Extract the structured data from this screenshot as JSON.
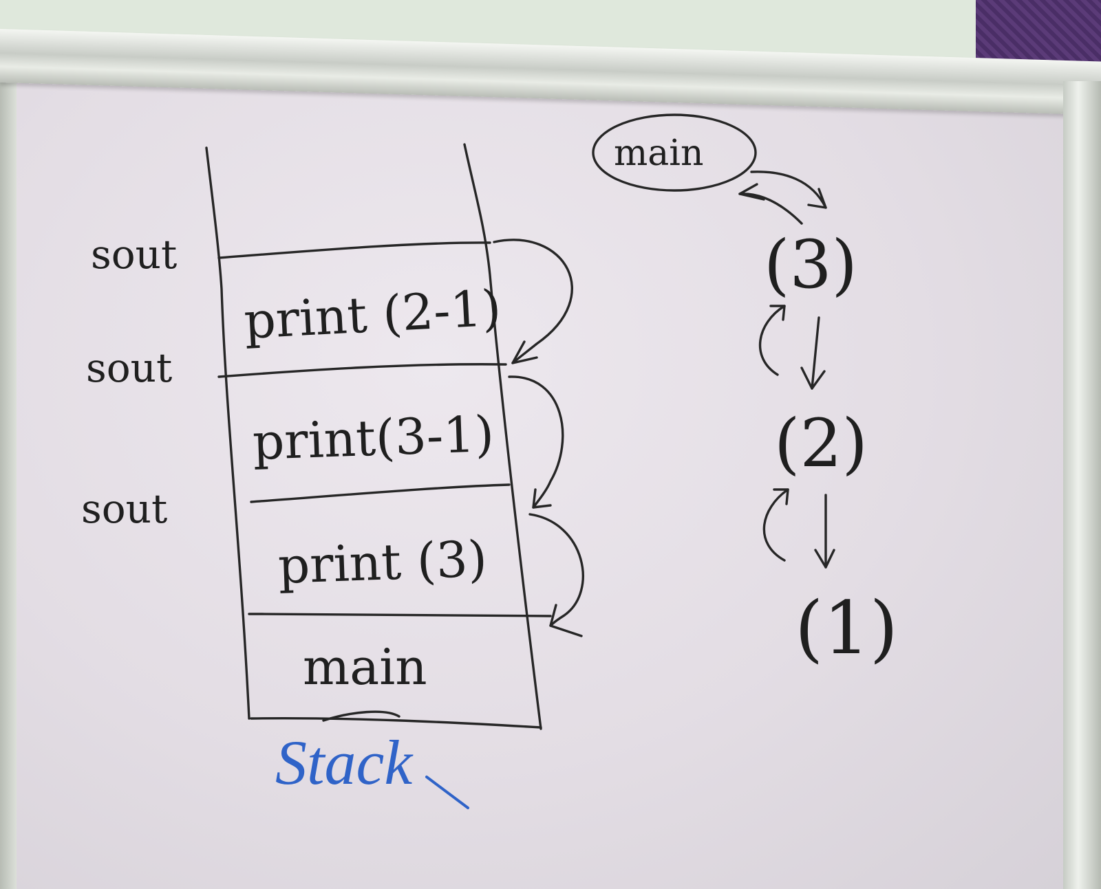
{
  "whiteboard": {
    "stack_frames": [
      {
        "label": "print (2-1)"
      },
      {
        "label": "print(3-1)"
      },
      {
        "label": "print (3)"
      },
      {
        "label": "main"
      }
    ],
    "side_labels": [
      "sout",
      "sout",
      "sout"
    ],
    "stack_caption": "Stack",
    "call_chain": {
      "root": "main",
      "nodes": [
        "(3)",
        "(2)",
        "(1)"
      ]
    },
    "colors": {
      "ink": "#262626",
      "caption_ink": "#2f63c8",
      "board": "#e8e3ea"
    }
  }
}
